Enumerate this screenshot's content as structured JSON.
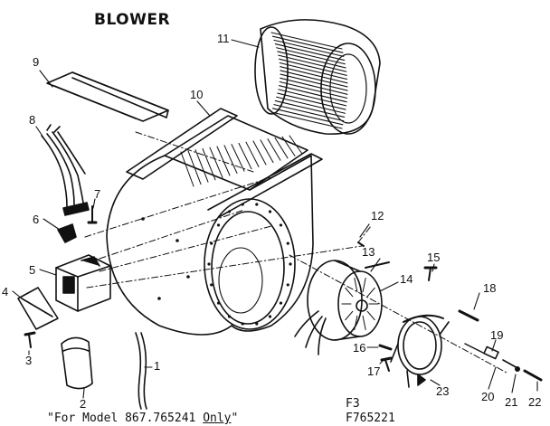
{
  "title": "BLOWER",
  "parts": [
    {
      "number": "1"
    },
    {
      "number": "2"
    },
    {
      "number": "3"
    },
    {
      "number": "4"
    },
    {
      "number": "5"
    },
    {
      "number": "6"
    },
    {
      "number": "7"
    },
    {
      "number": "8"
    },
    {
      "number": "9"
    },
    {
      "number": "10"
    },
    {
      "number": "11"
    },
    {
      "number": "12"
    },
    {
      "number": "13"
    },
    {
      "number": "14"
    },
    {
      "number": "15"
    },
    {
      "number": "16"
    },
    {
      "number": "17"
    },
    {
      "number": "18"
    },
    {
      "number": "19"
    },
    {
      "number": "20"
    },
    {
      "number": "21"
    },
    {
      "number": "22"
    },
    {
      "number": "23"
    }
  ],
  "footer": {
    "note_prefix": "\"For Model 867.765241 ",
    "note_only": "Only",
    "note_suffix": "\"",
    "figure_id": "F3",
    "drawing_number": "F765221"
  }
}
